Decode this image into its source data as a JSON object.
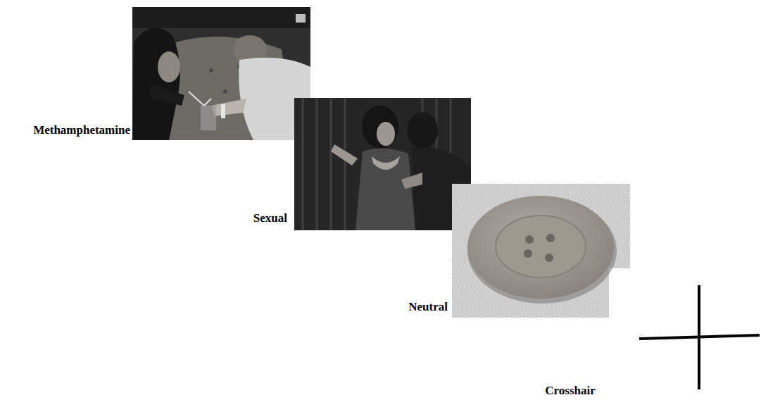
{
  "diagram": {
    "labels": [
      "Methamphetamine",
      "Sexual",
      "Neutral",
      "Crosshair"
    ]
  }
}
